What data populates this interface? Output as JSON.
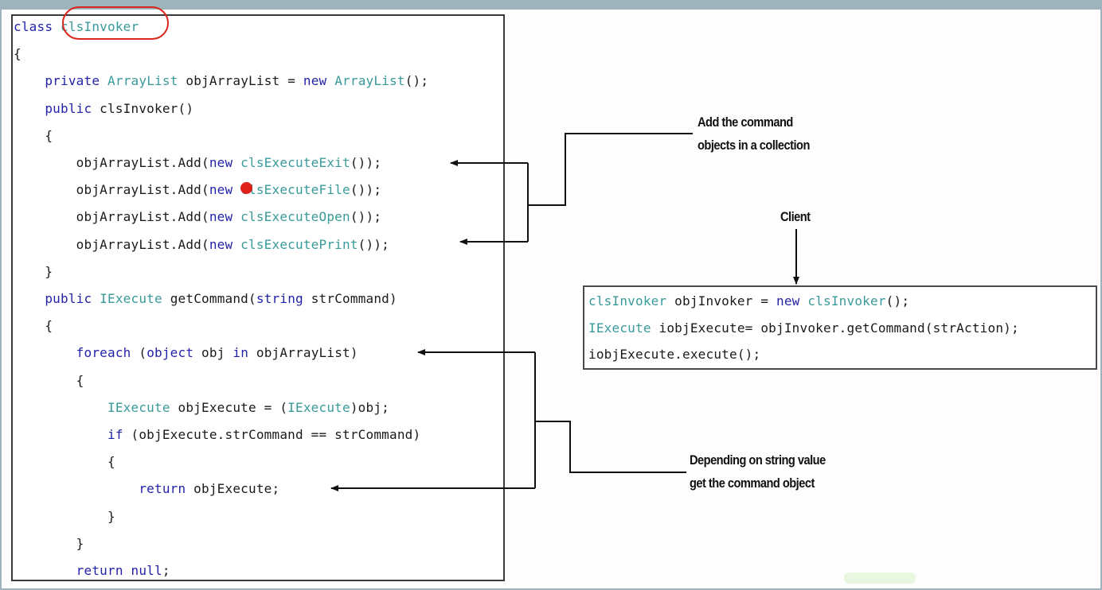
{
  "code_lines": [
    [
      {
        "t": "class",
        "c": "kw"
      },
      {
        "t": " "
      },
      {
        "t": "clsInvoker",
        "c": "ty"
      }
    ],
    [
      {
        "t": "{"
      }
    ],
    [
      {
        "t": "    "
      },
      {
        "t": "private",
        "c": "kw"
      },
      {
        "t": " "
      },
      {
        "t": "ArrayList",
        "c": "ty"
      },
      {
        "t": " objArrayList = "
      },
      {
        "t": "new",
        "c": "kw"
      },
      {
        "t": " "
      },
      {
        "t": "ArrayList",
        "c": "ty"
      },
      {
        "t": "();"
      }
    ],
    [
      {
        "t": "    "
      },
      {
        "t": "public",
        "c": "kw"
      },
      {
        "t": " clsInvoker()"
      }
    ],
    [
      {
        "t": "    {"
      }
    ],
    [
      {
        "t": "        objArrayList.Add("
      },
      {
        "t": "new",
        "c": "kw"
      },
      {
        "t": " "
      },
      {
        "t": "clsExecuteExit",
        "c": "ty"
      },
      {
        "t": "());"
      }
    ],
    [
      {
        "t": "        objArrayList.Add("
      },
      {
        "t": "new",
        "c": "kw"
      },
      {
        "t": " "
      },
      {
        "t": "clsExecuteFile",
        "c": "ty"
      },
      {
        "t": "());"
      }
    ],
    [
      {
        "t": "        objArrayList.Add("
      },
      {
        "t": "new",
        "c": "kw"
      },
      {
        "t": " "
      },
      {
        "t": "clsExecuteOpen",
        "c": "ty"
      },
      {
        "t": "());"
      }
    ],
    [
      {
        "t": "        objArrayList.Add("
      },
      {
        "t": "new",
        "c": "kw"
      },
      {
        "t": " "
      },
      {
        "t": "clsExecutePrint",
        "c": "ty"
      },
      {
        "t": "());"
      }
    ],
    [
      {
        "t": "    }"
      }
    ],
    [
      {
        "t": "    "
      },
      {
        "t": "public",
        "c": "kw"
      },
      {
        "t": " "
      },
      {
        "t": "IExecute",
        "c": "ty"
      },
      {
        "t": " getCommand("
      },
      {
        "t": "string",
        "c": "kw"
      },
      {
        "t": " strCommand)"
      }
    ],
    [
      {
        "t": "    {"
      }
    ],
    [
      {
        "t": "        "
      },
      {
        "t": "foreach",
        "c": "kw"
      },
      {
        "t": " ("
      },
      {
        "t": "object",
        "c": "kw"
      },
      {
        "t": " obj "
      },
      {
        "t": "in",
        "c": "kw"
      },
      {
        "t": " objArrayList)"
      }
    ],
    [
      {
        "t": "        {"
      }
    ],
    [
      {
        "t": "            "
      },
      {
        "t": "IExecute",
        "c": "ty"
      },
      {
        "t": " objExecute = ("
      },
      {
        "t": "IExecute",
        "c": "ty"
      },
      {
        "t": ")obj;"
      }
    ],
    [
      {
        "t": "            "
      },
      {
        "t": "if",
        "c": "kw"
      },
      {
        "t": " (objExecute.strCommand == strCommand)"
      }
    ],
    [
      {
        "t": "            {"
      }
    ],
    [
      {
        "t": "                "
      },
      {
        "t": "return",
        "c": "kw"
      },
      {
        "t": " objExecute;"
      }
    ],
    [
      {
        "t": "            }"
      }
    ],
    [
      {
        "t": "        }"
      }
    ],
    [
      {
        "t": "        "
      },
      {
        "t": "return",
        "c": "kw"
      },
      {
        "t": " "
      },
      {
        "t": "null",
        "c": "kw"
      },
      {
        "t": ";"
      }
    ]
  ],
  "client_lines": [
    [
      {
        "t": "clsInvoker",
        "c": "ty"
      },
      {
        "t": " objInvoker = "
      },
      {
        "t": "new",
        "c": "kw"
      },
      {
        "t": " "
      },
      {
        "t": "clsInvoker",
        "c": "ty"
      },
      {
        "t": "();"
      }
    ],
    [
      {
        "t": "IExecute",
        "c": "ty"
      },
      {
        "t": " iobjExecute= objInvoker.getCommand(strAction);"
      }
    ],
    [
      {
        "t": "iobjExecute.execute();"
      }
    ]
  ],
  "annotations": {
    "add_commands": {
      "line1": "Add the command",
      "line2": "objects in a collection"
    },
    "client": "Client",
    "depending": {
      "line1": "Depending on string value",
      "line2": "get the command object"
    }
  },
  "colors": {
    "keyword": "#2323a8",
    "type": "#3a9a9a",
    "highlight": "#d8261c"
  }
}
